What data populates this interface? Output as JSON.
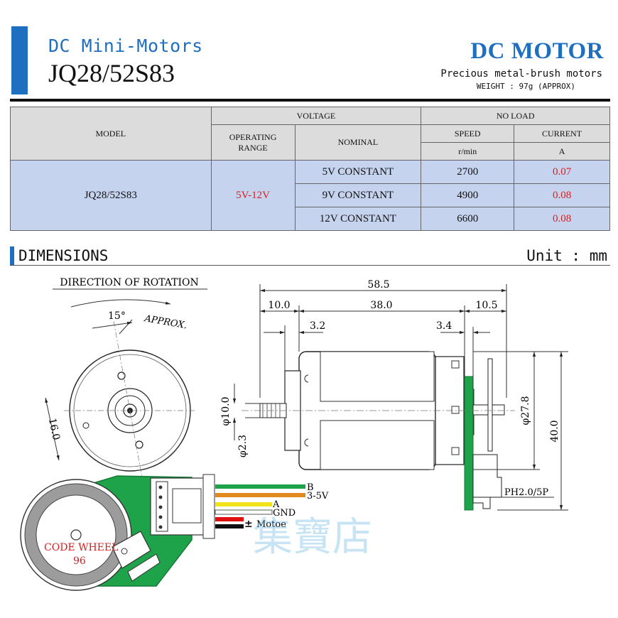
{
  "header": {
    "subtitle": "DC Mini-Motors",
    "model_title": "JQ28/52S83",
    "brand": "DC MOTOR",
    "brand_sub": "Precious metal-brush motors",
    "weight": "WEIGHT : 97g (APPROX)",
    "accent_color": "#1f6fc0"
  },
  "spec_table": {
    "h_model": "MODEL",
    "h_voltage": "VOLTAGE",
    "h_no_load": "NO LOAD",
    "h_operating": "OPERATING RANGE",
    "h_nominal": "NOMINAL",
    "h_speed": "SPEED",
    "h_current": "CURRENT",
    "h_speed_unit": "r/min",
    "h_current_unit": "A",
    "model": "JQ28/52S83",
    "operating_range": "5V-12V",
    "rows": [
      {
        "nominal": "5V CONSTANT",
        "speed": "2700",
        "current": "0.07"
      },
      {
        "nominal": "9V CONSTANT",
        "speed": "4900",
        "current": "0.08"
      },
      {
        "nominal": "12V CONSTANT",
        "speed": "6600",
        "current": "0.08"
      }
    ],
    "highlight_color": "#d62020"
  },
  "dimensions": {
    "title": "DIMENSIONS",
    "unit": "Unit : mm",
    "direction_label": "DIRECTION OF ROTATION",
    "angle_label": "15°",
    "approx_label": "APPROX.",
    "front_dim": "16.0",
    "total_length": "58.5",
    "dim_10_0": "10.0",
    "dim_38_0": "38.0",
    "dim_10_5": "10.5",
    "dim_3_2": "3.2",
    "dim_3_4": "3.4",
    "shaft_dia": "φ10.0",
    "shaft_small": "φ2.3",
    "body_dia": "φ27.8",
    "height": "40.0",
    "connector": "PH2.0/5P",
    "wire_b": "B",
    "wire_power": "3-5V",
    "wire_a": "A",
    "wire_gnd": "GND",
    "wire_motor": "Motoe",
    "wire_motor_sign": "±",
    "code_wheel": "CODE WHEEL",
    "code_wheel_count": "96",
    "watermark": "集寶店"
  }
}
